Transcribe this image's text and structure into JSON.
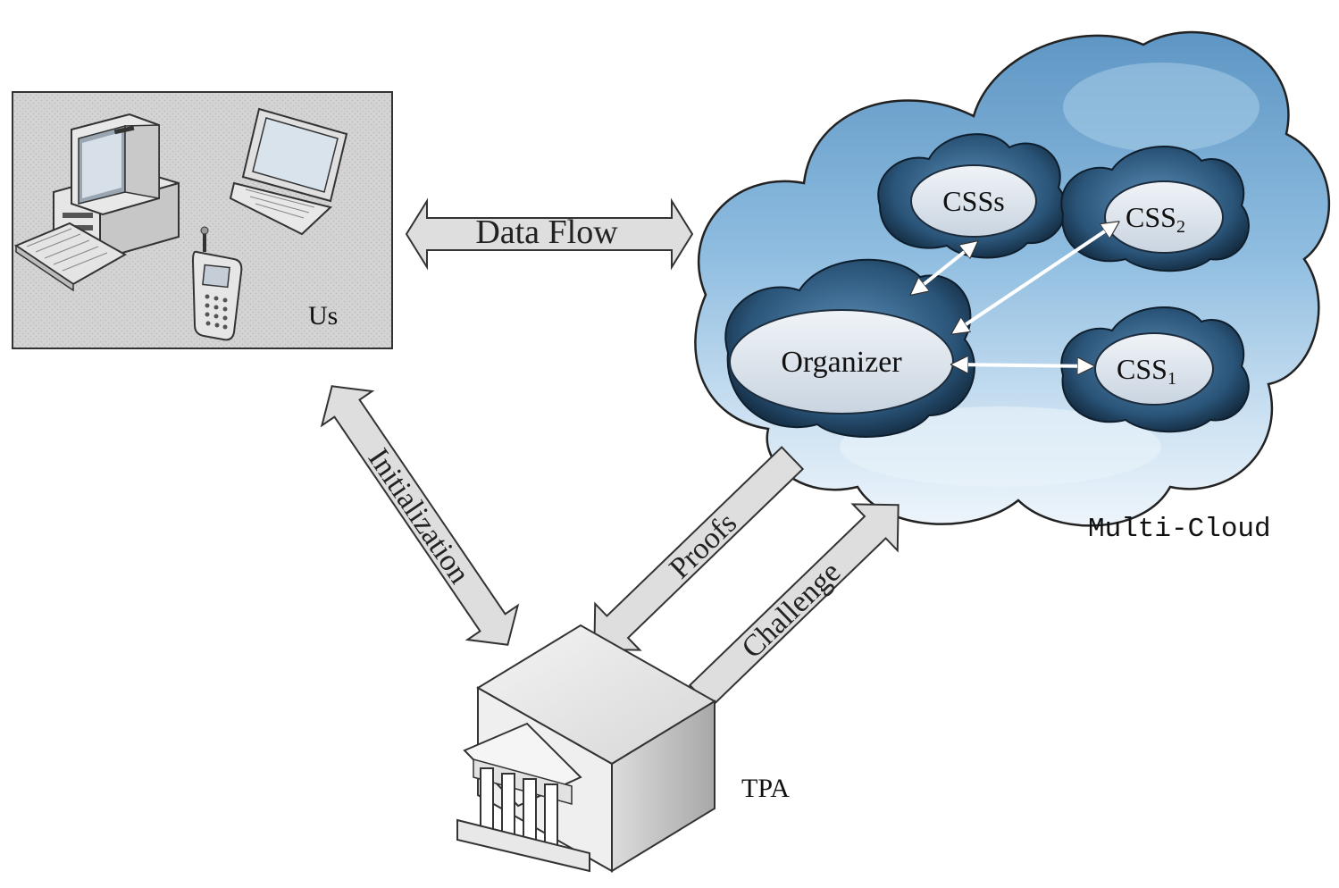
{
  "labels": {
    "users": "Us",
    "data_flow": "Data Flow",
    "multi_cloud": "Multi-Cloud",
    "organizer": "Organizer",
    "csss": "CSSs",
    "css2_base": "CSS",
    "css2_sub": "2",
    "css1_base": "CSS",
    "css1_sub": "1",
    "initialization": "Initialization",
    "proofs": "Proofs",
    "challenge": "Challenge",
    "tpa": "TPA"
  },
  "icons": [
    "desktop-computer-icon",
    "laptop-icon",
    "mobile-phone-icon",
    "cloud-icon",
    "server-bank-icon"
  ],
  "colors": {
    "cloud_light": "#cfe3f3",
    "cloud_mid": "#7fb0d6",
    "cloud_dark": "#1c3e5c",
    "node_fill": "#dfe6ef",
    "arrow_fill": "#dcdcdc",
    "user_panel": "#d3d3d3"
  }
}
